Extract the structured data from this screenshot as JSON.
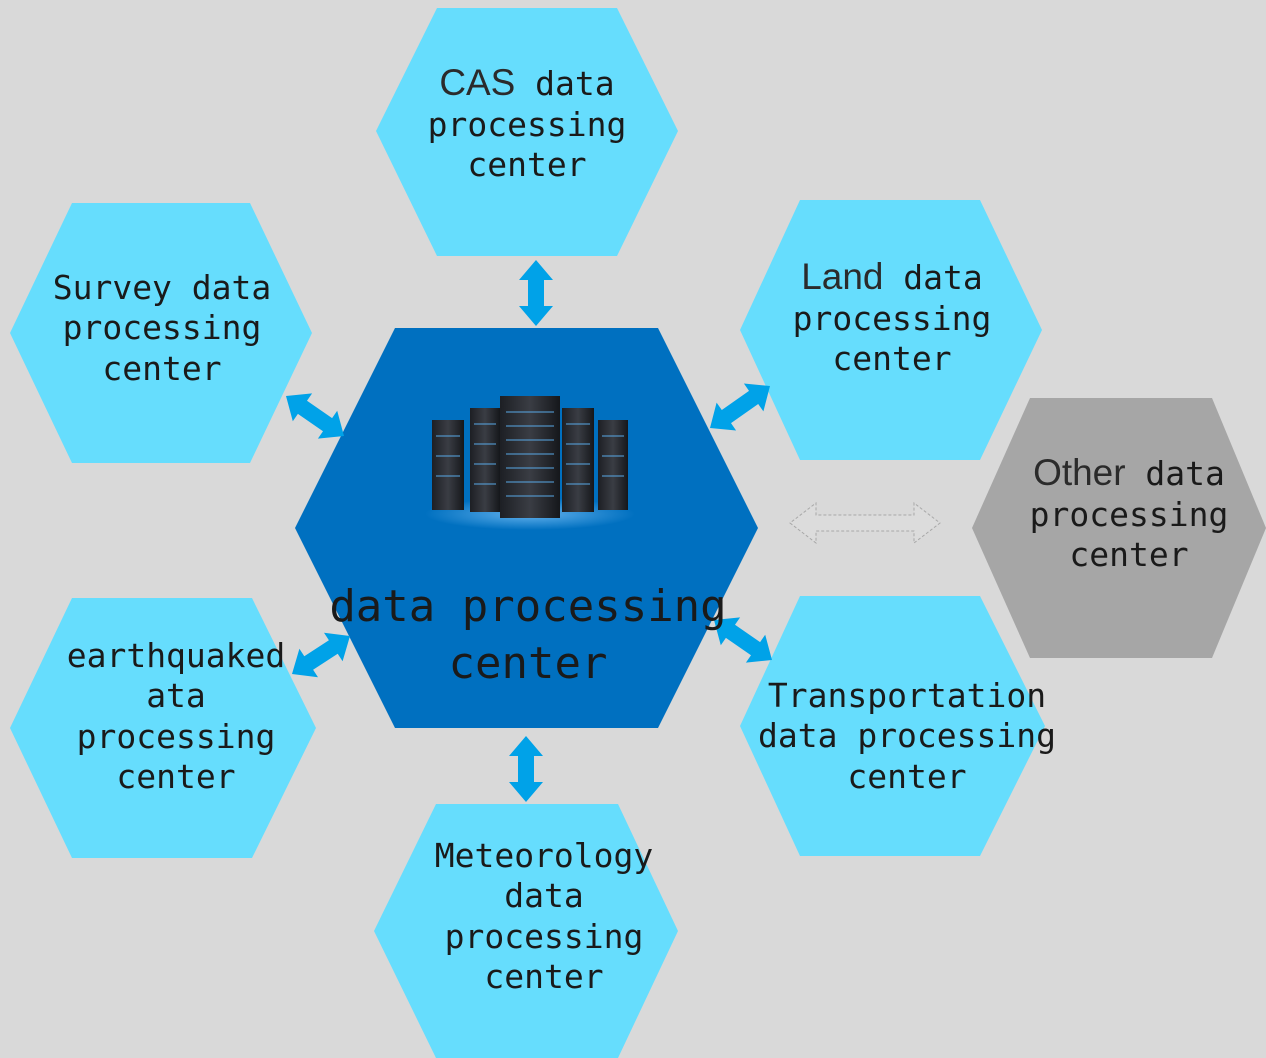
{
  "center": {
    "label": "data processing center"
  },
  "nodes": {
    "cas": {
      "bold": "CAS",
      "rest": " data processing center"
    },
    "land": {
      "bold": "Land",
      "rest": " data processing center"
    },
    "other": {
      "bold": "Other",
      "rest": " data processing center"
    },
    "survey": {
      "label": "Survey data processing center"
    },
    "earthquake": {
      "label": "earthquaked ata processing center"
    },
    "meteorology": {
      "label": "Meteorology data processing center"
    },
    "transportation": {
      "label": "Transportation data processing center"
    }
  },
  "colors": {
    "background": "#d9d9d9",
    "center_hex": "#0070c0",
    "node_hex": "#66ddfd",
    "other_hex": "#a6a6a6",
    "arrow": "#00a2e8",
    "dashed_arrow": "#c9c9c9"
  },
  "icons": {
    "center": "server-rack-icon"
  }
}
